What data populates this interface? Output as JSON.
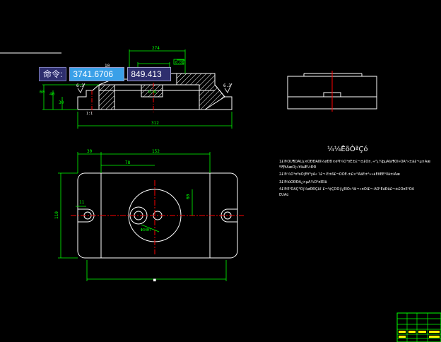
{
  "command_prompt": {
    "label": "命令:",
    "x_value": "3741.6706",
    "y_value": "849.413"
  },
  "colors": {
    "background": "#000000",
    "outline": "#ffffff",
    "dimension": "#00ff00",
    "center": "#ff0000",
    "hatch": "#ffffff",
    "title_block": "#00ff00",
    "title_block_fill": "#ffff00"
  },
  "front_view": {
    "dims": {
      "overall_length": "312",
      "top_width": "274",
      "height_left_1": "60",
      "height_left_2": "40",
      "height_left_3": "30",
      "thickness": "10",
      "roughness_left": "6.3",
      "roughness_right": "6.3",
      "fit_1": "0.01",
      "fit_2": "0.01",
      "chamfer": "1:1"
    }
  },
  "plan_view": {
    "dims": {
      "left_offset": "30",
      "span": "152",
      "inner": "78",
      "depth": "110",
      "hole_dist": "60",
      "slot": "11",
      "bore": "Φ34H7",
      "bottom_length": "■"
    }
  },
  "notes": {
    "title": "¼¼ÊõÒªÇó",
    "lines": [
      "1£®ÔÚ¶ÔÄÚ¿×ÖÐÐÄÏß½øÐÐ×éºÏ¼Ó¹¤Ê±£¬±£Ö¤¸÷²¿¼þµÄÏà¶ÔÎ»ÖÃ²»±ä£¬µ×Ãæ",
      "ºÍ¶¥ÃæÓ¦»¥ÏàÆ½ÐÐ",
      "2£®¼Ó¹¤ºóÓ¦È¥³ýÃ«´Ì£¬·É±ß£¬ÒÔÈ·±£×°ÅäÊ±²»»áËðÉË¹ÌÌå±íÃæ",
      "3£®ÏúÖÐÐÄ¿×µÄ¼Ó¹¤ÎÊÌâ",
      "4£®Ê¹ÓÃÇ°Ó¦½øÐÐÇåÏ´£¬²¢ÇÒÓ¦Í¿ÉÏÒ»²ãÎ¬»¤ÓÍ£¬·ÀÖ¹ÉúÐâ£¬±£Ö¤Ê¹ÓÃ",
      "ÊÙÃü"
    ]
  }
}
